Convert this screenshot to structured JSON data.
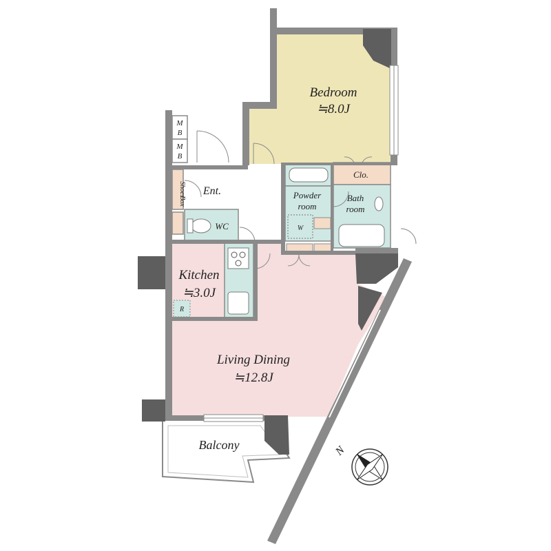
{
  "rooms": {
    "bedroom": {
      "name": "Bedroom",
      "area": "≒8.0J"
    },
    "kitchen": {
      "name": "Kitchen",
      "area": "≒3.0J"
    },
    "living_dining": {
      "name": "Living Dining",
      "area": "≒12.8J"
    },
    "balcony": {
      "name": "Balcony"
    },
    "entrance": {
      "name": "Ent."
    },
    "wc": {
      "name": "WC"
    },
    "closet": {
      "name": "Clo."
    },
    "powder_room": {
      "line1": "Powder",
      "line2": "room"
    },
    "bath_room": {
      "line1": "Bath",
      "line2": "room"
    },
    "shoes_box": {
      "line1": "Shoes",
      "line2": "Box"
    },
    "meter_box_1": {
      "line1": "M",
      "line2": "B"
    },
    "meter_box_2": {
      "line1": "M",
      "line2": "B"
    },
    "washer": {
      "label": "W"
    },
    "fridge": {
      "label": "R"
    }
  },
  "compass": {
    "label": "N"
  },
  "colors": {
    "wall": "#8a8a8a",
    "wall_dark": "#5e5e5e",
    "bedroom": "#efe6b7",
    "living": "#f6dede",
    "wet": "#cfe8e3",
    "closet": "#f5dcc8",
    "floor": "#ffffff"
  }
}
